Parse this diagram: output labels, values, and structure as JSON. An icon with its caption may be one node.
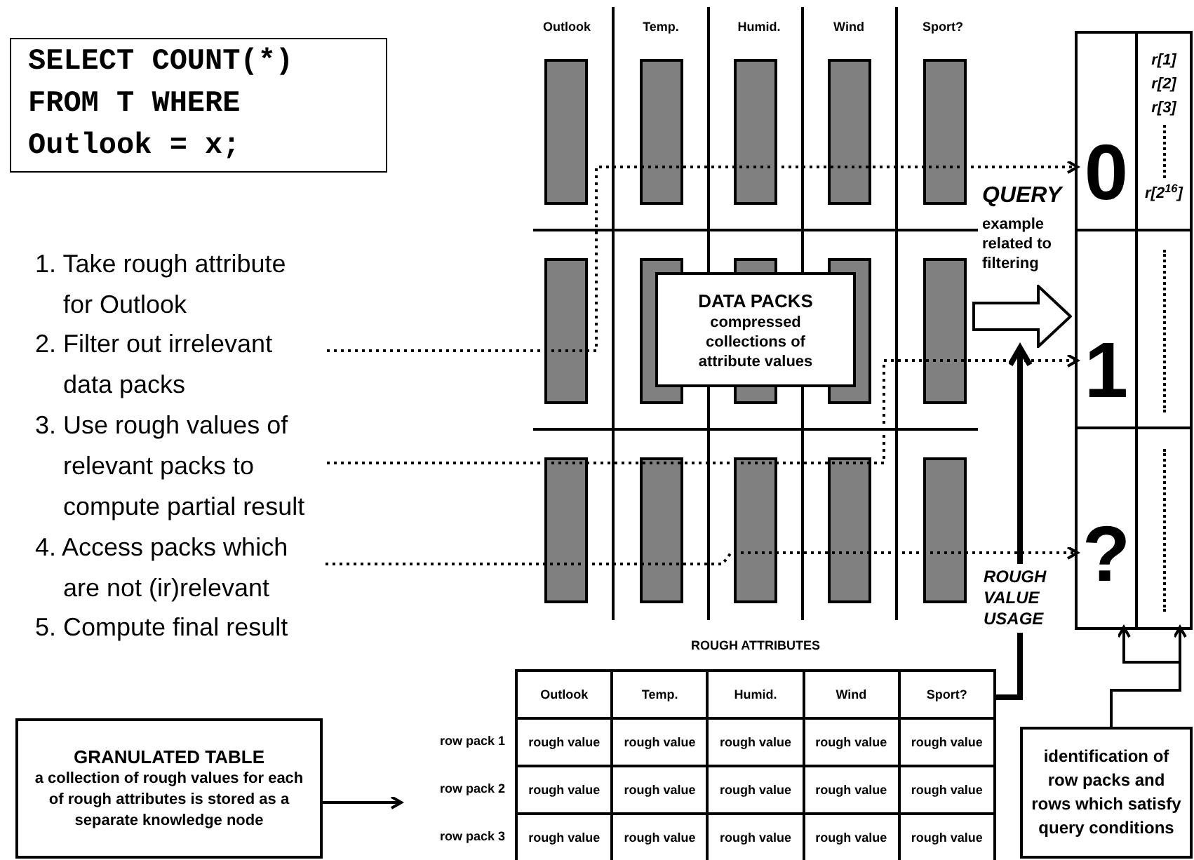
{
  "diagram": {
    "nodes": [
      {
        "text": [
          "SELECT COUNT(*) FROM T WHERE Outlook = x;"
        ]
      },
      {
        "text": [
          "2. Filter out irrelevant data packs"
        ]
      },
      {
        "text": [
          "3. Use rough values of relevant packs to compute partial result"
        ]
      },
      {
        "text": [
          "4. Access packs which are not (ir)relevant"
        ]
      },
      {
        "text": [
          "DATA PACKS",
          "compressed collections of attribute values"
        ]
      },
      {
        "text": [],
        "shape": "arrow"
      },
      {
        "text": [],
        "shape": "box"
      },
      {
        "text": [
          "0"
        ],
        "in": 6
      },
      {
        "text": [
          "r[1]",
          "r[2]",
          "r[3]",
          "r[2$^{16}$]"
        ],
        "in": 6
      },
      {
        "text": [
          "1"
        ],
        "in": 6
      },
      {
        "text": [],
        "shape": "box",
        "in": 6
      },
      {
        "text": [
          "?"
        ],
        "in": 6
      },
      {
        "text": [],
        "shape": "box",
        "in": 6
      },
      {
        "text": [
          "ROUGH ATTRIBUTES",
          "Outlook",
          "Temp.",
          "Humid.",
          "Wind",
          "Sport?",
          "rough value",
          "rough value",
          "rough value",
          "rough value",
          "rough value",
          "rough value",
          "rough value",
          "rough value",
          "rough value",
          "rough value",
          "rough value",
          "rough value",
          "rough value",
          "rough value",
          "rough value"
        ],
        "beside": [
          "row pack 1",
          "row pack 2",
          "row pack 3"
        ]
      },
      {
        "text": [
          "GRANULATED TABLE",
          "a collection of rough values for each of rough attributes is stored as a separate knowledge node"
        ]
      },
      {
        "text": [
          "identification of row packs and rows which satisfy query conditions"
        ]
      }
    ],
    "edges": [
      {
        "from": 1,
        "to": 7,
        "arrow": "to",
        "style": "dashed"
      },
      {
        "from": 2,
        "to": 9,
        "arrow": "to",
        "style": "dashed"
      },
      {
        "from": 3,
        "to": 11,
        "arrow": "to",
        "style": "dashed"
      },
      {
        "from": 13,
        "to": 5,
        "arrow": "to",
        "style": "thick",
        "label": "ROUGH VALUE USAGE"
      },
      {
        "from": 14,
        "to": 13,
        "arrow": "to"
      },
      {
        "from": 15,
        "to": 11,
        "arrow": "to"
      },
      {
        "from": 15,
        "to": 12,
        "arrow": "to"
      }
    ],
    "labels": [
      "Outlook",
      "Temp.",
      "Humid.",
      "Wind",
      "Sport?",
      "1. Take rough attribute for Outlook",
      "QUERY",
      "example related to filtering",
      "5. Compute final result"
    ]
  }
}
